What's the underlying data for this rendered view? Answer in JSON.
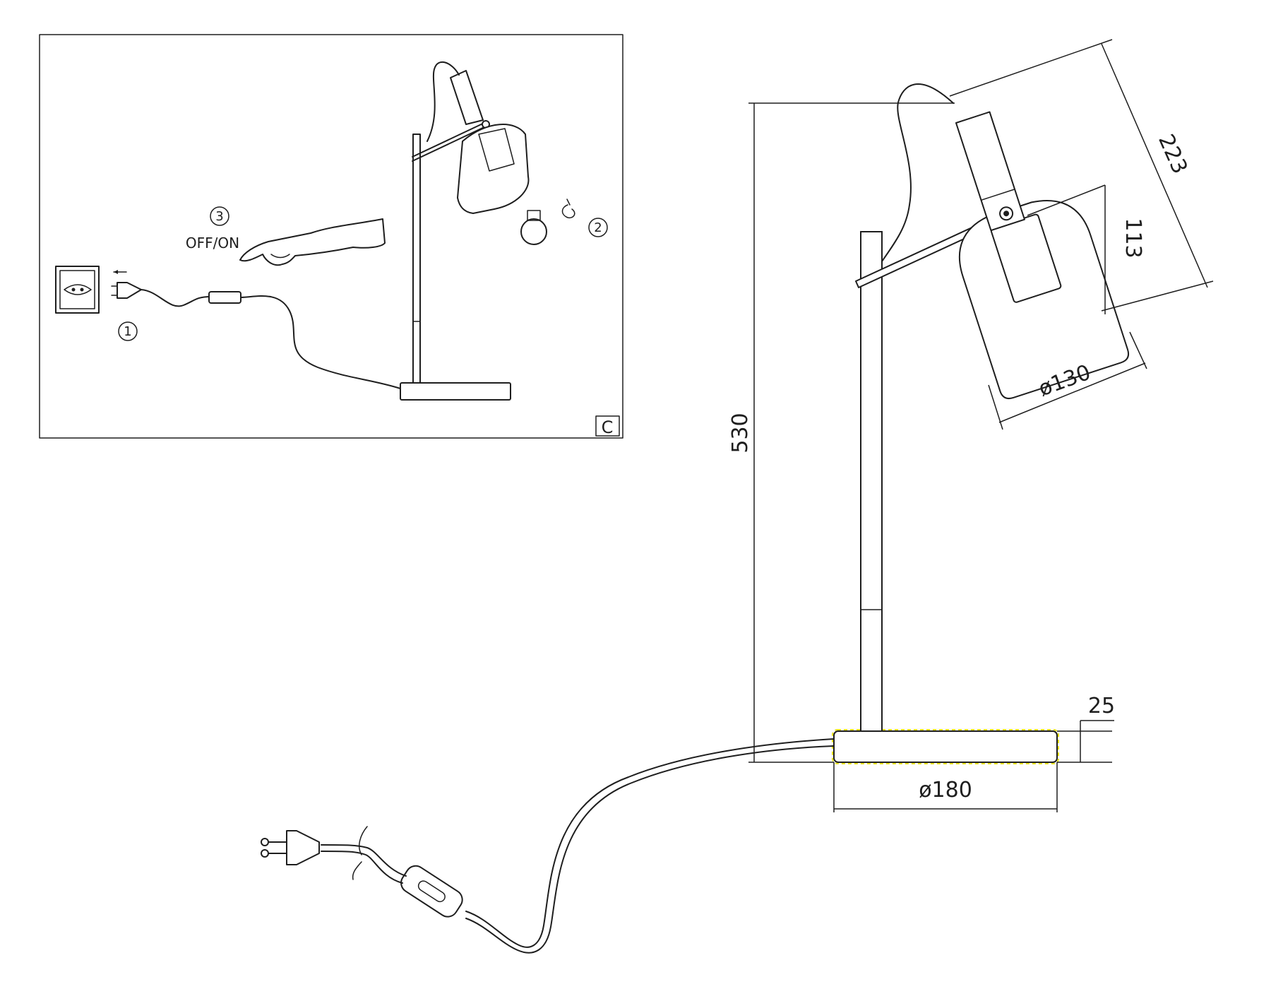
{
  "inset": {
    "steps": [
      {
        "number": "1"
      },
      {
        "number": "2"
      },
      {
        "number": "3"
      }
    ],
    "switch_label": "OFF/ON",
    "panel_letter": "C"
  },
  "dimensions": {
    "total_height": "530",
    "shade_length": "223",
    "shade_height": "113",
    "shade_diameter": "ø130",
    "base_height": "25",
    "base_diameter": "ø180"
  },
  "colors": {
    "line": "#1e1e1e",
    "base_highlight": "#e8e21a"
  }
}
